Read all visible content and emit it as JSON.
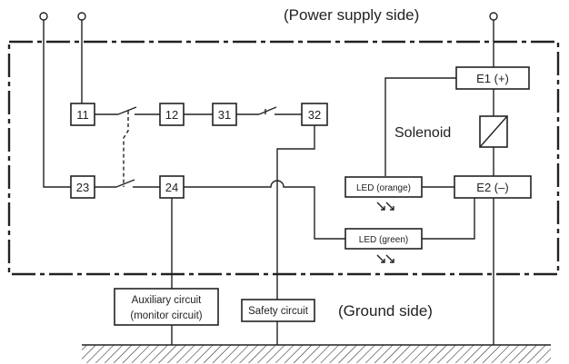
{
  "title_power": "(Power supply side)",
  "title_ground": "(Ground side)",
  "solenoid_label": "Solenoid",
  "terminals": {
    "t11": "11",
    "t12": "12",
    "t31": "31",
    "t32": "32",
    "t23": "23",
    "t24": "24",
    "e1": "E1 (+)",
    "e2": "E2 (–)"
  },
  "leds": {
    "orange": "LED (orange)",
    "green": "LED (green)"
  },
  "circuits": {
    "aux_line1": "Auxiliary circuit",
    "aux_line2": "(monitor circuit)",
    "safety": "Safety circuit"
  },
  "colors": {
    "line": "#222222",
    "background": "#ffffff"
  }
}
